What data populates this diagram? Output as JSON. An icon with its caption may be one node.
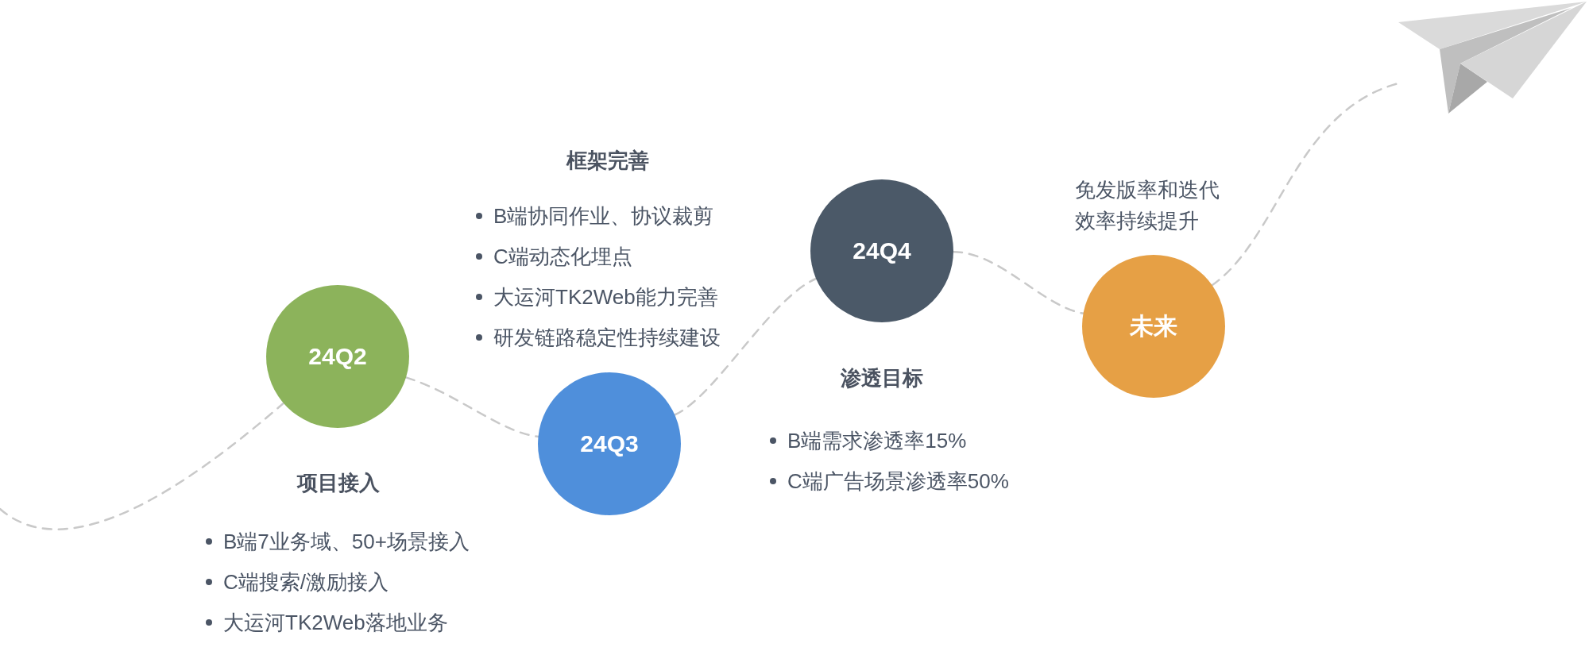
{
  "diagram": {
    "nodes": [
      {
        "text": [
          "24Q2"
        ],
        "beside": [
          "项目接入",
          "B端7业务域、50+场景接入",
          "C端搜索/激励接入",
          "大运河TK2Web落地业务"
        ]
      },
      {
        "text": [
          "24Q3"
        ],
        "beside": [
          "框架完善",
          "B端协同作业、协议裁剪",
          "C端动态化埋点",
          "大运河TK2Web能力完善",
          "研发链路稳定性持续建设"
        ]
      },
      {
        "text": [
          "24Q4"
        ],
        "beside": [
          "渗透目标",
          "B端需求渗透率15%",
          "C端广告场景渗透率50%"
        ]
      },
      {
        "text": [
          "未来"
        ],
        "beside": [
          "免发版率和迭代效率持续提升"
        ]
      },
      {
        "text": [],
        "shape": "picture"
      }
    ],
    "edges": [
      {
        "from": null,
        "to": 0,
        "arrow": "none",
        "style": "dashed"
      },
      {
        "from": 0,
        "to": 1,
        "arrow": "none",
        "style": "dashed"
      },
      {
        "from": 1,
        "to": 2,
        "arrow": "none",
        "style": "dashed"
      },
      {
        "from": 2,
        "to": 3,
        "arrow": "none",
        "style": "dashed"
      },
      {
        "from": 3,
        "to": 4,
        "arrow": "none",
        "style": "dashed"
      }
    ]
  }
}
